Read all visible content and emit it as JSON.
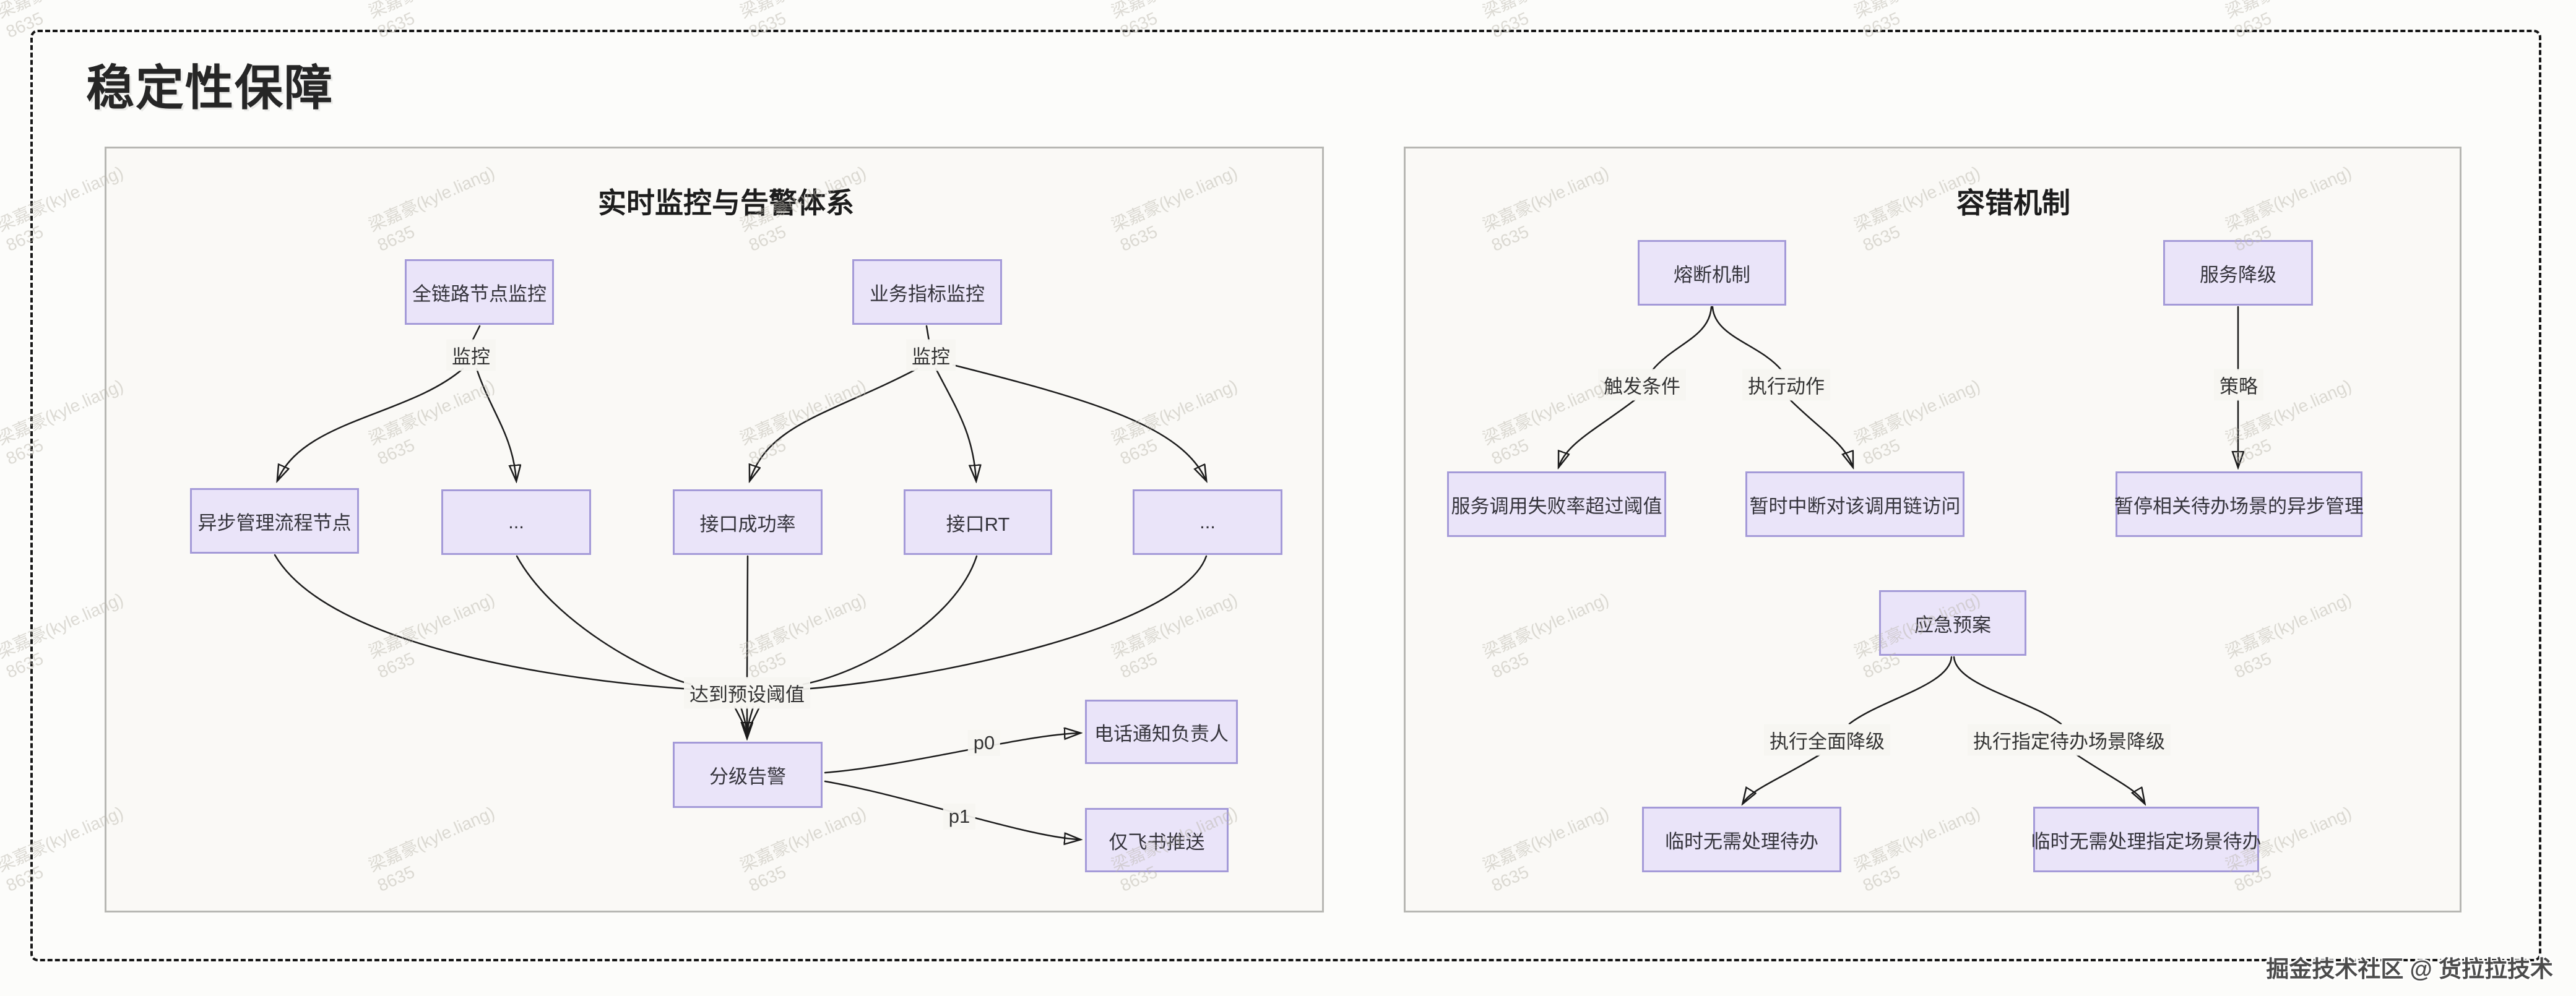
{
  "app": {
    "title": "稳定性保障",
    "footer": "掘金技术社区 @ 货拉拉技术"
  },
  "watermark": {
    "name": "梁嘉豪(kyle.liang)",
    "id": "8635"
  },
  "colors": {
    "canvas_bg": "#fcfcfa",
    "panel_bg": "#faf9f6",
    "panel_border": "#b7b7b3",
    "node_fill": "#eae4f9",
    "node_border": "#a49ad8",
    "edge": "#1c1c1c",
    "frame_dash": "#161616"
  },
  "left_panel": {
    "title": "实时监控与告警体系",
    "nodes": {
      "full_link": "全链路节点监控",
      "biz_metric": "业务指标监控",
      "async_node": "异步管理流程节点",
      "ellipsis1": "...",
      "api_success": "接口成功率",
      "api_rt": "接口RT",
      "ellipsis2": "...",
      "graded_alert": "分级告警",
      "phone_notify": "电话通知负责人",
      "feishu_push": "仅飞书推送"
    },
    "edge_labels": {
      "monitor1": "监控",
      "monitor2": "监控",
      "threshold": "达到预设阈值",
      "p0": "p0",
      "p1": "p1"
    }
  },
  "right_panel": {
    "title": "容错机制",
    "nodes": {
      "circuit_breaker": "熔断机制",
      "service_degrade": "服务降级",
      "fail_rate": "服务调用失败率超过阈值",
      "interrupt_chain": "暂时中断对该调用链访问",
      "pause_async": "暂停相关待办场景的异步管理",
      "emergency_plan": "应急预案",
      "no_handle_todo": "临时无需处理待办",
      "no_handle_scene": "临时无需处理指定场景待办"
    },
    "edge_labels": {
      "trigger": "触发条件",
      "action": "执行动作",
      "strategy": "策略",
      "full_degrade": "执行全面降级",
      "scene_degrade": "执行指定待办场景降级"
    }
  }
}
